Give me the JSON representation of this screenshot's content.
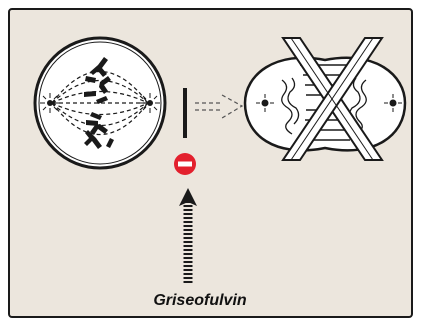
{
  "figure": {
    "label": "Griseofulvin",
    "colors": {
      "panel_background": "#ece6dd",
      "inhibition_symbol": "#e3202d",
      "outline": "#1a1a1a"
    },
    "icons": [
      "metaphase-cell",
      "inhibition-bar",
      "blocked-arrow",
      "inhibition-minus-icon",
      "dotted-arrow",
      "dividing-cell-blocked",
      "cross-out-x"
    ]
  }
}
